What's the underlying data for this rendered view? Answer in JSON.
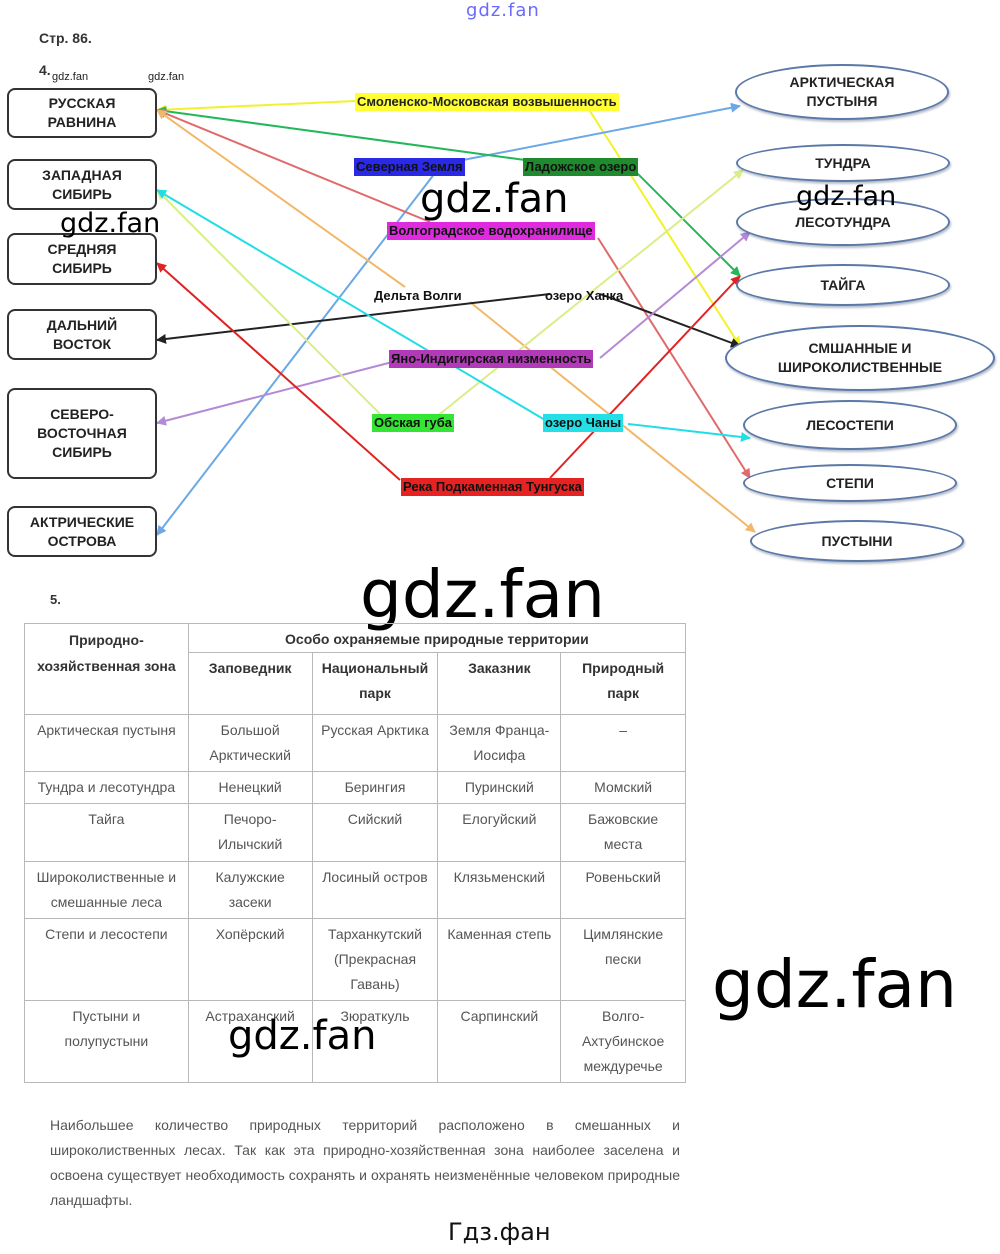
{
  "watermarks": {
    "top": "gdz.fan",
    "small_left_1": "gdz.fan",
    "small_left_2": "gdz.fan",
    "mid_1": "gdz.fan",
    "mid_2": "gdz.fan",
    "mid_3": "gdz.fan",
    "big_center": "gdz.fan",
    "big_right": "gdz.fan",
    "table_mark": "gdz.fan",
    "bottom": "Гдз.фан"
  },
  "page_label": "Стр. 86.",
  "task4": {
    "number": "4.",
    "regions": [
      {
        "id": "russian",
        "label": "РУССКАЯ\nРАВНИНА"
      },
      {
        "id": "west_sib",
        "label": "ЗАПАДНАЯ\nСИБИРЬ"
      },
      {
        "id": "mid_sib",
        "label": "СРЕДНЯЯ\nСИБИРЬ"
      },
      {
        "id": "far_east",
        "label": "ДАЛЬНИЙ\nВОСТОК"
      },
      {
        "id": "ne_sib",
        "label": "СЕВЕРО-\nВОСТОЧНАЯ\nСИБИРЬ"
      },
      {
        "id": "arctic_isl",
        "label": "АКТРИЧЕСКИЕ\nОСТРОВА"
      }
    ],
    "zones": [
      {
        "id": "arctic_desert",
        "label": "АРКТИЧЕСКАЯ\nПУСТЫНЯ"
      },
      {
        "id": "tundra",
        "label": "ТУНДРА"
      },
      {
        "id": "forest_tundra",
        "label": "ЛЕСОТУНДРА"
      },
      {
        "id": "taiga",
        "label": "ТАЙГА"
      },
      {
        "id": "mixed",
        "label": "СМШАННЫЕ И\nШИРОКОЛИСТВЕННЫЕ"
      },
      {
        "id": "forest_steppe",
        "label": "ЛЕСОСТЕПИ"
      },
      {
        "id": "steppe",
        "label": "СТЕПИ"
      },
      {
        "id": "desert",
        "label": "ПУСТЫНИ"
      }
    ],
    "objects": [
      {
        "id": "smolensk",
        "label": "Смоленско-Московская возвышенность",
        "bg": "#ffff33",
        "fg": "#222222"
      },
      {
        "id": "severnaya",
        "label": "Северная Земля",
        "bg": "#2a2ae6",
        "fg": "#111111"
      },
      {
        "id": "ladoga",
        "label": "Ладожское озеро",
        "bg": "#1f8a2e",
        "fg": "#111111"
      },
      {
        "id": "volgograd",
        "label": "Волгоградское водохранилище",
        "bg": "#e02ae0",
        "fg": "#111111"
      },
      {
        "id": "volga_delta",
        "label": "Дельта Волги",
        "bg": "transparent",
        "fg": "#111111"
      },
      {
        "id": "khanka",
        "label": "озеро Ханка",
        "bg": "transparent",
        "fg": "#111111"
      },
      {
        "id": "yana",
        "label": "Яно-Индигирская низменность",
        "bg": "#b23ab8",
        "fg": "#111111"
      },
      {
        "id": "ob",
        "label": "Обская губа",
        "bg": "#33e633",
        "fg": "#111111"
      },
      {
        "id": "chany",
        "label": "озеро Чаны",
        "bg": "#22e0e6",
        "fg": "#111111"
      },
      {
        "id": "tunguska",
        "label": "Река Подкаменная Тунгуска",
        "bg": "#e62222",
        "fg": "#111111"
      }
    ],
    "links": [
      {
        "object": "smolensk",
        "region": "russian",
        "zone": "mixed",
        "color": "#f2f22a"
      },
      {
        "object": "severnaya",
        "region": "arctic_isl",
        "zone": "arctic_desert",
        "color": "#6aa8e6"
      },
      {
        "object": "ladoga",
        "region": "russian",
        "zone": "taiga",
        "color": "#22b85a"
      },
      {
        "object": "volgograd",
        "region": "russian",
        "zone": "steppe",
        "color": "#e06a6a"
      },
      {
        "object": "volga_delta",
        "region": "russian",
        "zone": "desert",
        "color": "#f2b86a"
      },
      {
        "object": "khanka",
        "region": "far_east",
        "zone": "mixed",
        "color": "#222222"
      },
      {
        "object": "yana",
        "region": "ne_sib",
        "zone": "forest_tundra",
        "color": "#b48ad6"
      },
      {
        "object": "ob",
        "region": "west_sib",
        "zone": "tundra",
        "color": "#d8ee88"
      },
      {
        "object": "chany",
        "region": "west_sib",
        "zone": "forest_steppe",
        "color": "#22dde6"
      },
      {
        "object": "tunguska",
        "region": "mid_sib",
        "zone": "taiga",
        "color": "#e02222"
      }
    ]
  },
  "task5": {
    "number": "5.",
    "header_zone": "Природно-\nхозяйственная зона",
    "header_group": "Особо охраняемые природные территории",
    "columns": [
      "Заповедник",
      "Национальный\nпарк",
      "Заказник",
      "Природный\nпарк"
    ],
    "rows": [
      [
        "Арктическая пустыня",
        "Большой\nАрктический",
        "Русская Арктика",
        "Земля Франца-\nИосифа",
        "–"
      ],
      [
        "Тундра и лесотундра",
        "Ненецкий",
        "Берингия",
        "Пуринский",
        "Момский"
      ],
      [
        "Тайга",
        "Печоро-\nИлычский",
        "Сийский",
        "Елогуйский",
        "Бажовские\nместа"
      ],
      [
        "Широколиственные и\nсмешанные леса",
        "Калужские\nзасеки",
        "Лосиный остров",
        "Клязьменский",
        "Ровеньский"
      ],
      [
        "Степи и лесостепи",
        "Хопёрский",
        "Тарханкутский\n(Прекрасная\nГавань)",
        "Каменная степь",
        "Цимлянские\nпески"
      ],
      [
        "Пустыни и\nполупустыни",
        "Астраханский",
        "Зюраткуль",
        "Сарпинский",
        "Волго-\nАхтубинское\nмеждуречье"
      ]
    ],
    "conclusion": "Наибольшее количество природных территорий расположено в смешанных и широколиственных лесах. Так как эта природно-хозяйственная зона наиболее заселена и освоена существует необходимость сохранять и охранять неизменённые человеком природные ландшафты."
  }
}
